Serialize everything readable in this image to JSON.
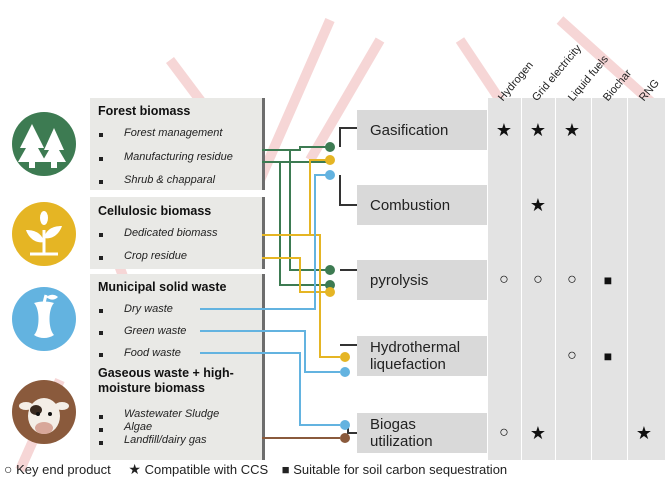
{
  "columns": [
    "Hydrogen",
    "Grid electricity",
    "Liquid fuels",
    "Biochar",
    "RNG"
  ],
  "sources": [
    {
      "title": "Forest biomass",
      "items": [
        "Forest management",
        "Manufacturing residue",
        "Shrub & chapparal"
      ],
      "color": "#3d7b52"
    },
    {
      "title": "Cellulosic biomass",
      "items": [
        "Dedicated biomass",
        "Crop residue"
      ],
      "color": "#e5b524"
    },
    {
      "title": "Municipal solid waste",
      "items": [
        "Dry waste",
        "Green waste",
        "Food waste"
      ],
      "color": "#63b3e0"
    },
    {
      "title": "Gaseous waste + high-moisture biomass",
      "items": [
        "Wastewater Sludge",
        "Algae",
        "Landfill/dairy gas"
      ],
      "color": "#8a5a3c"
    }
  ],
  "processes": [
    {
      "label": "Gasification",
      "marks": [
        "star",
        "star",
        "star",
        "",
        ""
      ]
    },
    {
      "label": "Combustion",
      "marks": [
        "",
        "star",
        "",
        "",
        ""
      ]
    },
    {
      "label": "pyrolysis",
      "marks": [
        "circle",
        "circle",
        "circle",
        "square",
        ""
      ]
    },
    {
      "label": "Hydrothermal liquefaction",
      "marks": [
        "",
        "",
        "circle",
        "square",
        ""
      ]
    },
    {
      "label": "Biogas utilization",
      "marks": [
        "circle",
        "star",
        "",
        "",
        "star"
      ]
    }
  ],
  "legend": {
    "key_end_product": "Key end product",
    "ccs": "Compatible with CCS",
    "soil": "Suitable for soil carbon sequestration"
  },
  "symbols": {
    "circle": "○",
    "star": "★",
    "square": "■"
  }
}
